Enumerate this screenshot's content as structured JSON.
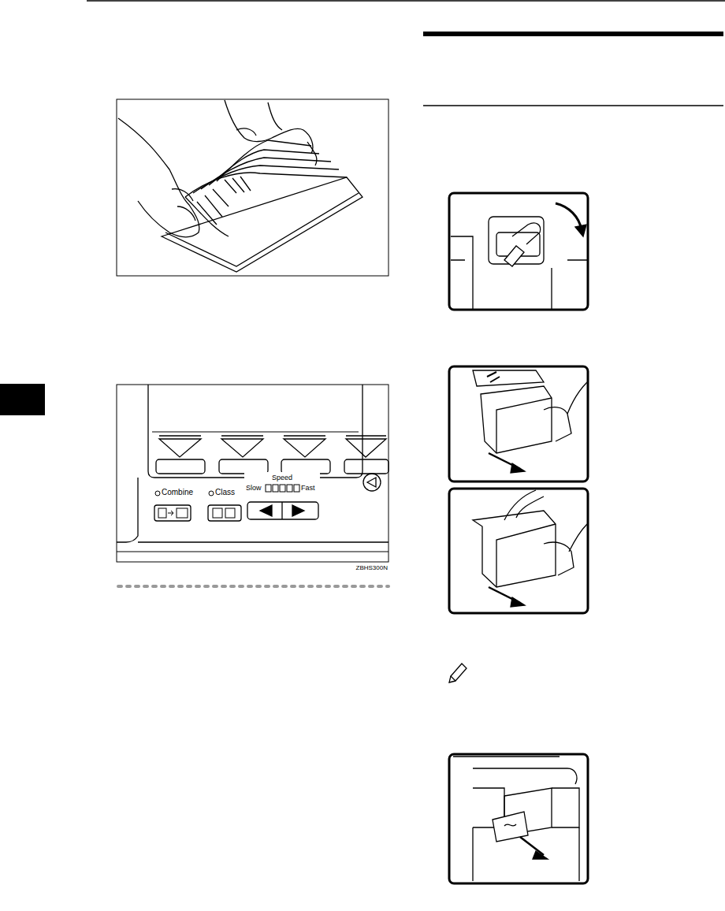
{
  "diagram": {
    "labels": [
      "Combine",
      "Class",
      "Speed",
      "Slow",
      "Fast",
      "ZBHS300N"
    ]
  }
}
